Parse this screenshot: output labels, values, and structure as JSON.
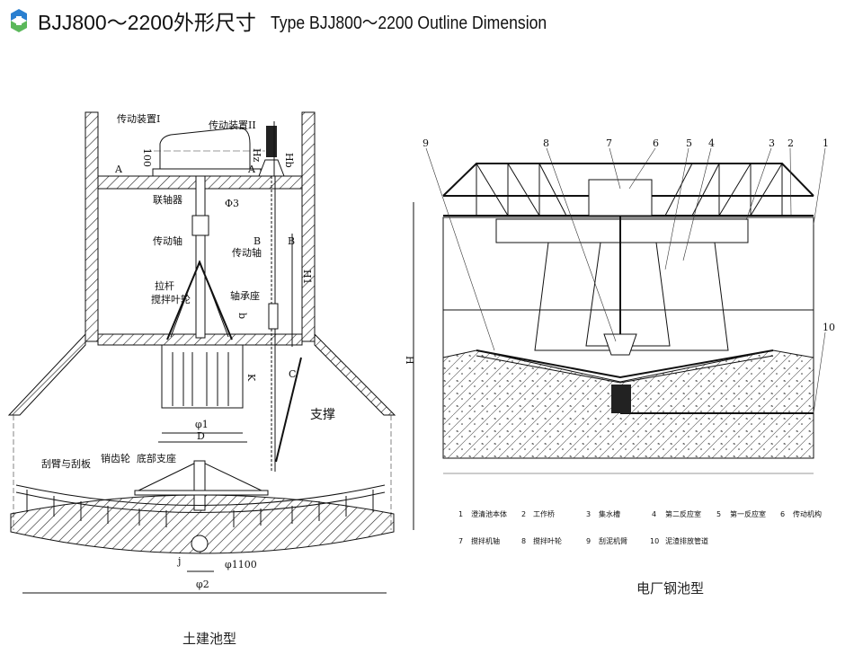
{
  "header": {
    "title_cn": "BJJ800～2200外形尺寸",
    "title_en": "Type BJJ800～2200 Outline Dimension"
  },
  "left_drawing": {
    "caption": "土建池型",
    "labels": {
      "drive1": "传动装置I",
      "drive2": "传动装置II",
      "dim_100": "100",
      "dim_hz": "Hz",
      "dim_hb": "Hb",
      "section_a_left": "A",
      "section_a_right": "A",
      "coupling": "联轴器",
      "phi3": "Φ3",
      "shaft_left": "传动轴",
      "shaft_right": "传动轴",
      "section_b_left": "B",
      "section_b_right": "B",
      "dim_h1": "H1",
      "tie_rod": "拉杆",
      "impeller": "搅拌叶轮",
      "bearing_seat": "轴承座",
      "dim_b": "b",
      "dim_h": "H",
      "dim_k": "K",
      "section_c": "C",
      "support": "支撑",
      "phi1": "φ1",
      "dim_d": "D",
      "scraper": "刮臂与刮板",
      "pin_gear": "销齿轮",
      "bottom_support": "底部支座",
      "dim_j": "j",
      "phi1100": "φ1100",
      "phi2": "φ2"
    }
  },
  "right_drawing": {
    "caption": "电厂钢池型",
    "callouts": [
      "9",
      "8",
      "7",
      "6",
      "5",
      "4",
      "3",
      "2",
      "1",
      "10"
    ],
    "legend": [
      {
        "num": "1",
        "text": "澄清池本体"
      },
      {
        "num": "2",
        "text": "工作桥"
      },
      {
        "num": "3",
        "text": "集水槽"
      },
      {
        "num": "4",
        "text": "第二反应室"
      },
      {
        "num": "5",
        "text": "第一反应室"
      },
      {
        "num": "6",
        "text": "传动机构"
      },
      {
        "num": "7",
        "text": "搅拌机轴"
      },
      {
        "num": "8",
        "text": "搅拌叶轮"
      },
      {
        "num": "9",
        "text": "刮泥机臂"
      },
      {
        "num": "10",
        "text": "泥渣排放管道"
      }
    ]
  },
  "colors": {
    "logo_blue": "#2a7fd0",
    "logo_green": "#5bb85b",
    "line": "#111111"
  }
}
